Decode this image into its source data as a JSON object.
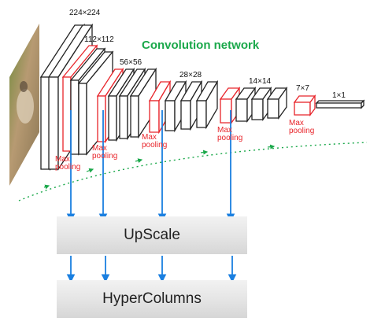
{
  "title": "Convolution network",
  "size_labels": [
    "224×224",
    "112×112",
    "56×56",
    "28×28",
    "14×14",
    "7×7",
    "1×1"
  ],
  "pool_labels": [
    [
      "Max",
      "pooling"
    ],
    [
      "Max",
      "pooling"
    ],
    [
      "Max",
      "pooling"
    ],
    [
      "Max",
      "pooling"
    ],
    [
      "Max",
      "pooling"
    ]
  ],
  "boxes": {
    "upscale": "UpScale",
    "hypercolumns": "HyperColumns"
  },
  "colors": {
    "title": "#1aa84a",
    "pooling": "#e8242a",
    "arrow": "#1a7fe0",
    "dotted_arc": "#1aa84a",
    "layer_stroke": "#222222"
  }
}
